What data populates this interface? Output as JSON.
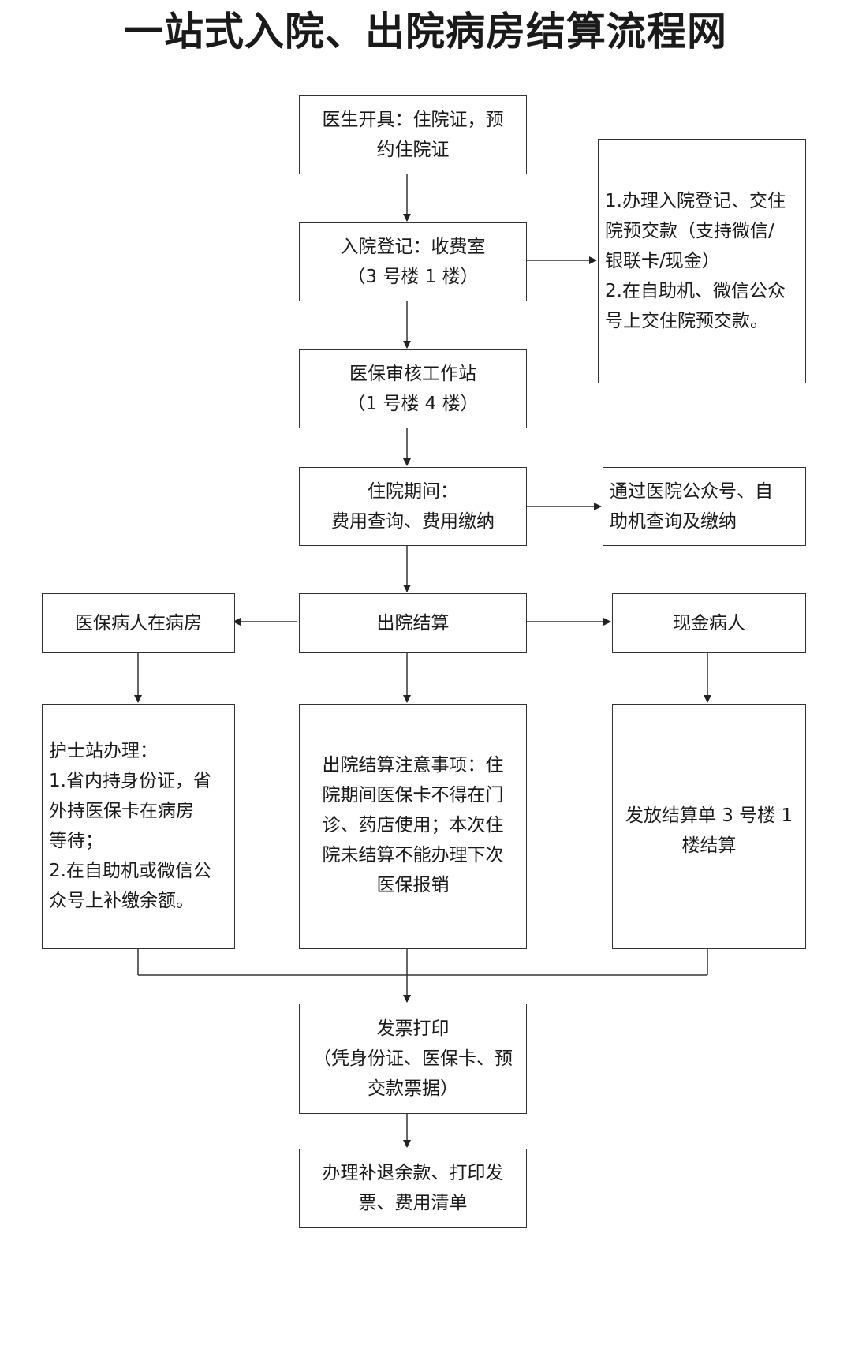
{
  "title": "一站式入院、出院病房结算流程网",
  "nodes": {
    "doctor_issue": "医生开具：住院证，预\n约住院证",
    "admission_registration": "入院登记：收费室\n（3 号楼 1 楼）",
    "admission_note": "1.办理入院登记、交住\n院预交款（支持微信/\n银联卡/现金）\n2.在自助机、微信公众\n号上交住院预交款。",
    "insurance_review": "医保审核工作站\n（1 号楼 4 楼）",
    "hospital_stay": "住院期间：\n费用查询、费用缴纳",
    "stay_note": "通过医院公众号、自\n助机查询及缴纳",
    "discharge_settlement": "出院结算",
    "insured_patient": "医保病人在病房",
    "cash_patient": "现金病人",
    "nurse_station": "护士站办理：\n1.省内持身份证，省\n外持医保卡在病房\n等待；\n2.在自助机或微信公\n众号上补缴余额。",
    "discharge_notes": "出院结算注意事项：住\n院期间医保卡不得在门\n诊、药店使用；本次住\n院未结算不能办理下次\n医保报销",
    "cash_settlement": "发放结算单 3 号楼 1\n楼结算",
    "invoice_print": "发票打印\n（凭身份证、医保卡、预\n交款票据）",
    "final_step": "办理补退余款、打印发\n票、费用清单"
  }
}
